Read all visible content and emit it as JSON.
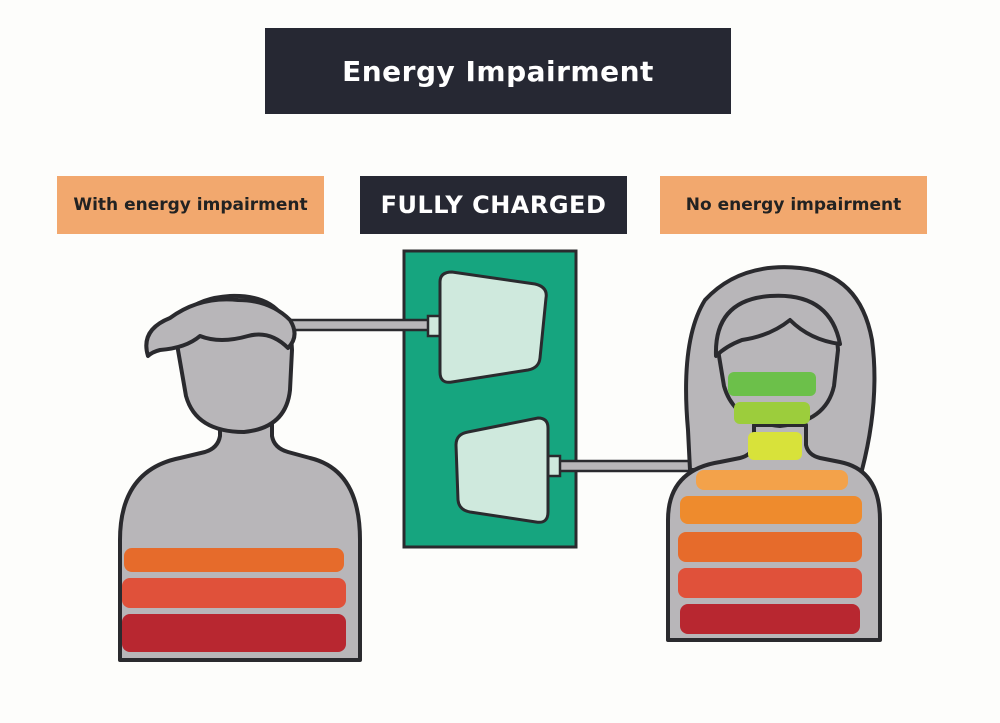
{
  "title": "Energy Impairment",
  "labels": {
    "left": "With energy impairment",
    "center": "FULLY CHARGED",
    "right": "No energy impairment"
  },
  "colors": {
    "dark": "#262833",
    "label_bg": "#f2a86e",
    "charger": "#16a57f",
    "plug": "#cfe9dd",
    "figure": "#b8b6b9",
    "outline": "#2a2a2e",
    "bars": [
      "#6cc04a",
      "#9ccd3c",
      "#d8e23a",
      "#f3a24a",
      "#ee8b2d",
      "#e66b2b",
      "#e0513a",
      "#d23d3a",
      "#b82730"
    ]
  }
}
